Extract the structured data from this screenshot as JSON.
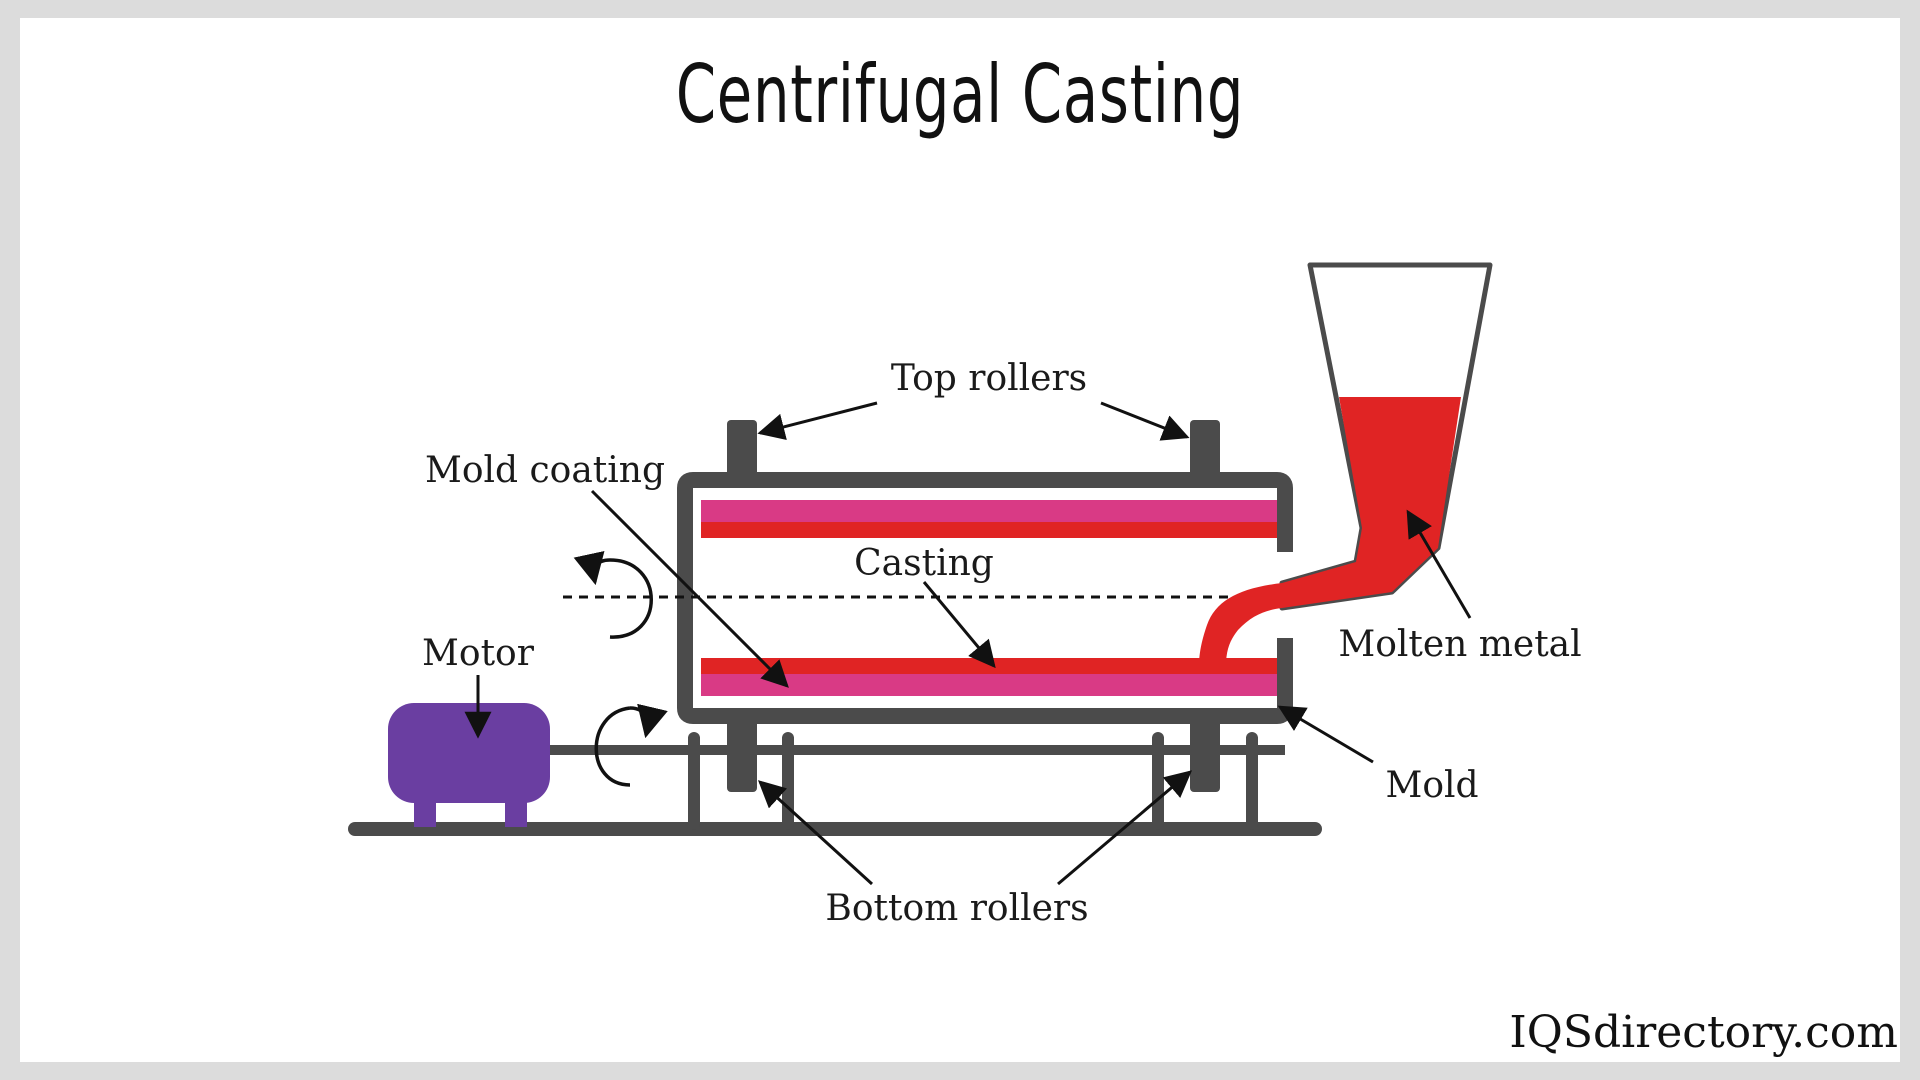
{
  "title": "Centrifugal Casting",
  "labels": {
    "top_rollers": "Top rollers",
    "mold_coating": "Mold coating",
    "casting": "Casting",
    "motor": "Motor",
    "molten_metal": "Molten metal",
    "mold": "Mold",
    "bottom_rollers": "Bottom rollers"
  },
  "brand": "IQSdirectory.com",
  "colors": {
    "frame": "#4b4b4b",
    "coating": "#d93a85",
    "metal": "#e02424",
    "motor": "#6a3ea1",
    "background": "#ffffff",
    "border": "#dcdcdc"
  },
  "icons": {
    "rotation_upper": "rotation-arrow-icon",
    "rotation_lower": "rotation-arrow-icon"
  }
}
